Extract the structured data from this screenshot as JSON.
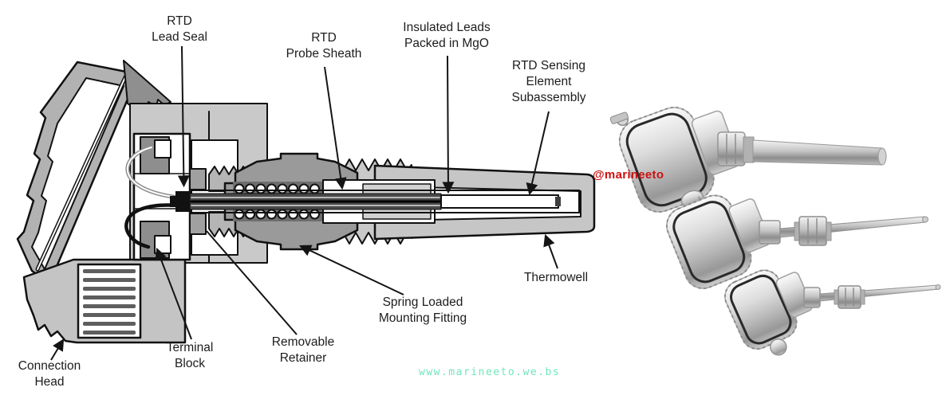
{
  "diagram": {
    "labels": [
      {
        "id": "rtd-lead-seal",
        "text": "RTD\nLead Seal"
      },
      {
        "id": "rtd-probe-sheath",
        "text": "RTD\nProbe Sheath"
      },
      {
        "id": "insulated-leads",
        "text": "Insulated Leads\nPacked in MgO"
      },
      {
        "id": "rtd-sensing-element",
        "text": "RTD Sensing\nElement\nSubassembly"
      },
      {
        "id": "thermowell",
        "text": "Thermowell"
      },
      {
        "id": "spring-loaded-fitting",
        "text": "Spring Loaded\nMounting Fitting"
      },
      {
        "id": "removable-retainer",
        "text": "Removable\nRetainer"
      },
      {
        "id": "terminal-block",
        "text": "Terminal\nBlock"
      },
      {
        "id": "connection-head",
        "text": "Connection\nHead"
      }
    ],
    "label_color": "#1c1c1c",
    "line_color": "#141414"
  },
  "watermarks": {
    "handle": "@marineeto",
    "handle_color": "#cc1111",
    "website": "www.marineeto.we.bs",
    "website_color": "#70e6bb"
  }
}
